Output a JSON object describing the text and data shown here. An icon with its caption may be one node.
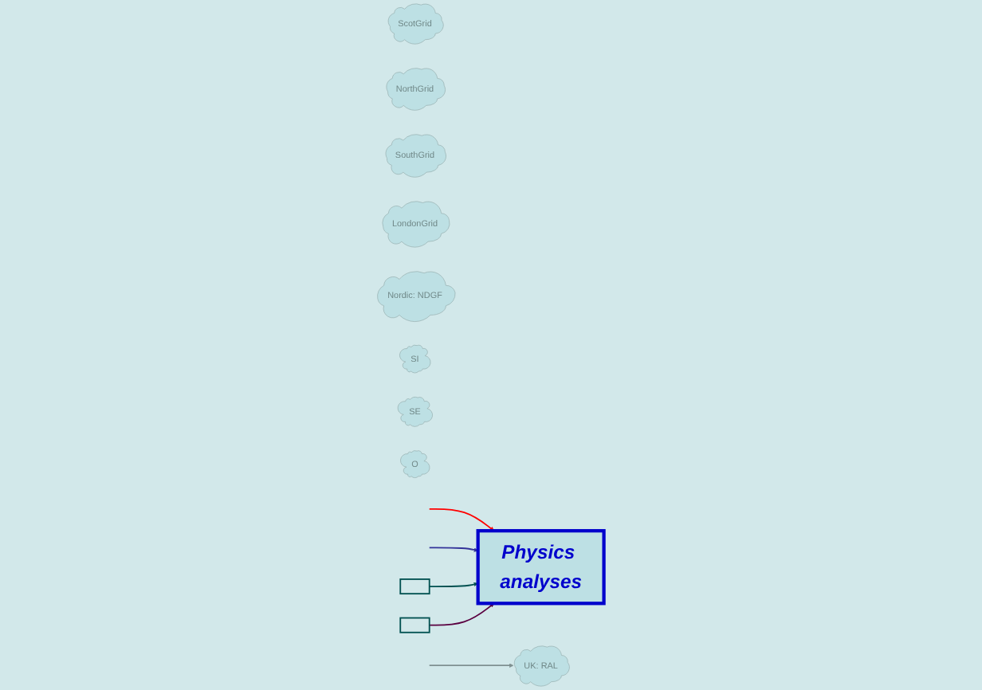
{
  "diagram": {
    "nodes": [
      {
        "text": [
          "Physics analyses"
        ]
      },
      {
        "text": [
          "UK: RAL"
        ]
      },
      {
        "text": [
          "ScotGrid"
        ]
      },
      {
        "text": [
          "NorthGrid"
        ]
      },
      {
        "text": [
          "SouthGrid"
        ]
      },
      {
        "text": [
          "LondonGrid"
        ]
      },
      {
        "text": [
          "Nordic: NDGF"
        ]
      },
      {
        "text": [
          "SI"
        ]
      },
      {
        "text": [
          "SE"
        ]
      },
      {
        "text": [
          "O"
        ]
      },
      {
        "text": [],
        "shape": "box"
      },
      {
        "text": [],
        "shape": "box"
      }
    ],
    "edges": [
      {
        "from": null,
        "to": 0,
        "arrow": "to",
        "color": "#ff0000"
      },
      {
        "from": null,
        "to": 0,
        "arrow": "to",
        "color": "#333399"
      },
      {
        "from": 10,
        "to": 0,
        "arrow": "to",
        "color": "#005050"
      },
      {
        "from": 11,
        "to": 0,
        "arrow": "to",
        "color": "#5a0040"
      },
      {
        "from": null,
        "to": 1,
        "arrow": "to",
        "color": "#7f9090"
      }
    ]
  }
}
